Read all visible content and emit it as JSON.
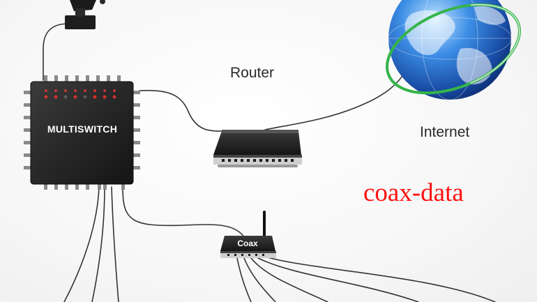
{
  "labels": {
    "router": "Router",
    "internet": "Internet",
    "multiswitch": "MULTISWITCH",
    "coax": "Coax",
    "watermark": "coax-data"
  },
  "colors": {
    "device_body": "#1e1e1e",
    "cable": "#333333",
    "watermark": "#ff1111",
    "led_red": "#e53935",
    "globe_blue": "#1f63c4",
    "orbit_green": "#35b44a"
  },
  "icons": [
    "satellite-dish-icon",
    "globe-icon",
    "router-icon",
    "multiswitch-icon",
    "coax-adapter-icon",
    "antenna-icon"
  ]
}
